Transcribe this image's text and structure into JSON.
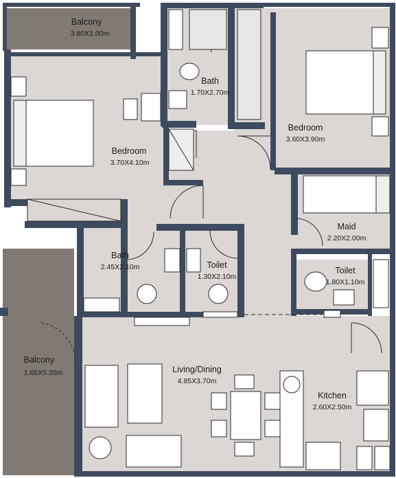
{
  "rooms": {
    "balcony_top": {
      "name": "Balcony",
      "dims": "3.80X1.00m"
    },
    "bedroom_left": {
      "name": "Bedroom",
      "dims": "3.70X4.10m"
    },
    "bath_top": {
      "name": "Bath",
      "dims": "1.70X2.70m"
    },
    "bedroom_right": {
      "name": "Bedroom",
      "dims": "3.60X3.90m"
    },
    "maid": {
      "name": "Maid",
      "dims": "2.20X2.00m"
    },
    "toilet_maid": {
      "name": "Toilet",
      "dims": "1.80X1.10m"
    },
    "bath_left": {
      "name": "Bath",
      "dims": "2.45X2.10m"
    },
    "toilet_center": {
      "name": "Toilet",
      "dims": "1.30X2.10m"
    },
    "balcony_left": {
      "name": "Balcony",
      "dims": "1.65X5.20m"
    },
    "living": {
      "name": "Living/Dining",
      "dims": "4.85X3.70m"
    },
    "kitchen": {
      "name": "Kitchen",
      "dims": "2.60X2.50m"
    }
  },
  "colors": {
    "wall": "#3e4a5e",
    "room_floor": "#dcd7d4",
    "balcony_floor": "#817a74",
    "fixture": "#ffffff",
    "line": "#2a2a2a"
  }
}
